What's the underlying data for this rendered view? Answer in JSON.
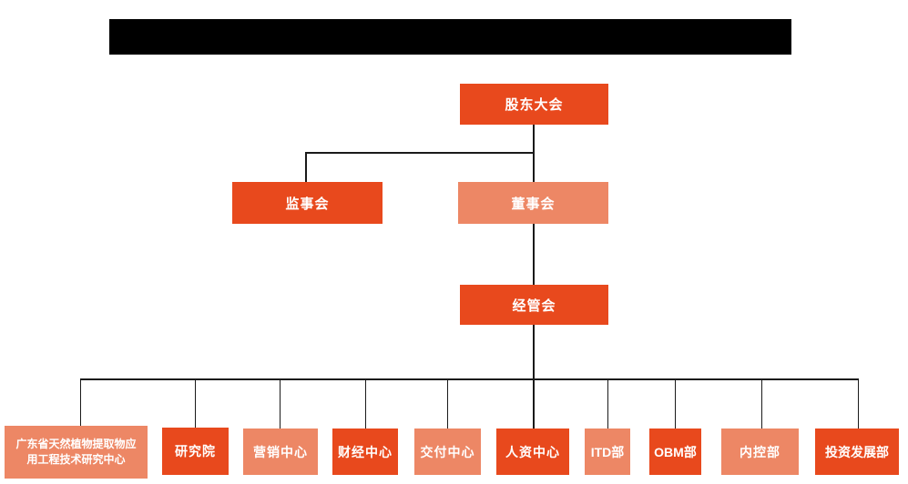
{
  "colors": {
    "primary": "#E8491D",
    "secondary": "#ED8765",
    "line": "#1a1a1a",
    "background": "#ffffff"
  },
  "title_bar": {
    "type": "redacted",
    "color": "#000000"
  },
  "chart": {
    "type": "org-chart",
    "nodes": [
      {
        "id": "shareholders-meeting",
        "label": "股东大会",
        "variant": "primary",
        "level": 1,
        "parent": null
      },
      {
        "id": "supervisory-board",
        "label": "监事会",
        "variant": "primary",
        "level": 2,
        "parent": "shareholders-meeting"
      },
      {
        "id": "board-of-directors",
        "label": "董事会",
        "variant": "secondary",
        "level": 2,
        "parent": "shareholders-meeting"
      },
      {
        "id": "management-committee",
        "label": "经管会",
        "variant": "primary",
        "level": 3,
        "parent": "board-of-directors"
      },
      {
        "id": "research-center",
        "label": "广东省天然植物提取物应用工程技术研究中心",
        "variant": "secondary",
        "level": 4,
        "parent": "management-committee"
      },
      {
        "id": "research-institute",
        "label": "研究院",
        "variant": "primary",
        "level": 4,
        "parent": "management-committee"
      },
      {
        "id": "marketing-center",
        "label": "营销中心",
        "variant": "secondary",
        "level": 4,
        "parent": "management-committee"
      },
      {
        "id": "finance-center",
        "label": "财经中心",
        "variant": "primary",
        "level": 4,
        "parent": "management-committee"
      },
      {
        "id": "delivery-center",
        "label": "交付中心",
        "variant": "secondary",
        "level": 4,
        "parent": "management-committee"
      },
      {
        "id": "hr-center",
        "label": "人资中心",
        "variant": "primary",
        "level": 4,
        "parent": "management-committee"
      },
      {
        "id": "itd-department",
        "label": "ITD部",
        "variant": "secondary",
        "level": 4,
        "parent": "management-committee"
      },
      {
        "id": "obm-department",
        "label": "OBM部",
        "variant": "primary",
        "level": 4,
        "parent": "management-committee"
      },
      {
        "id": "internal-control-department",
        "label": "内控部",
        "variant": "secondary",
        "level": 4,
        "parent": "management-committee"
      },
      {
        "id": "investment-development-department",
        "label": "投资发展部",
        "variant": "primary",
        "level": 4,
        "parent": "management-committee"
      }
    ]
  }
}
